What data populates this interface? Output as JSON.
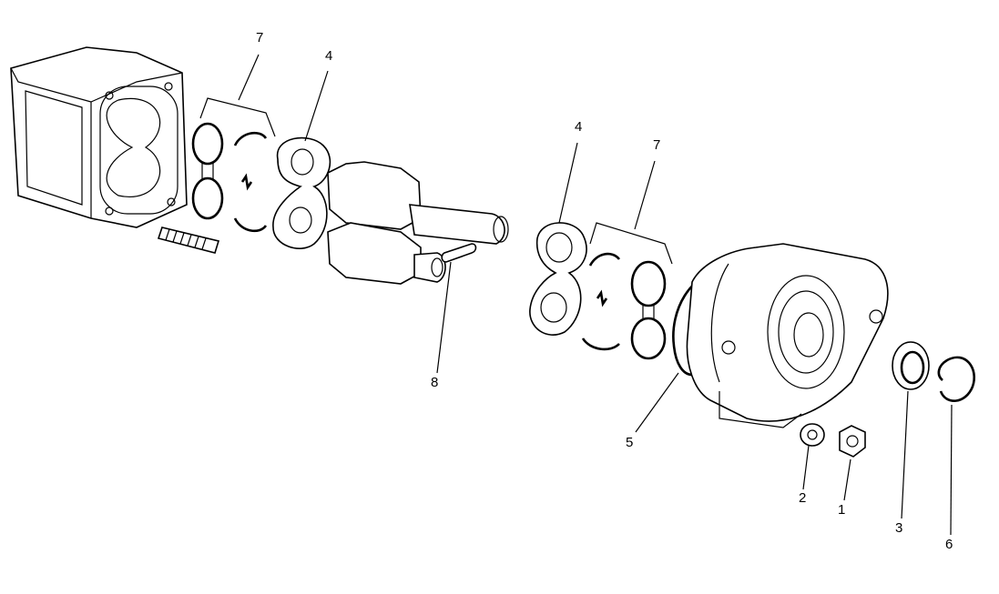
{
  "callouts": [
    {
      "id": "7",
      "label": "7"
    },
    {
      "id": "4",
      "label": "4"
    },
    {
      "id": "4b",
      "label": "4"
    },
    {
      "id": "7b",
      "label": "7"
    },
    {
      "id": "8",
      "label": "8"
    },
    {
      "id": "5",
      "label": "5"
    },
    {
      "id": "2",
      "label": "2"
    },
    {
      "id": "1",
      "label": "1"
    },
    {
      "id": "3",
      "label": "3"
    },
    {
      "id": "6",
      "label": "6"
    }
  ],
  "colors": {
    "line": "#000000",
    "background": "#ffffff"
  }
}
